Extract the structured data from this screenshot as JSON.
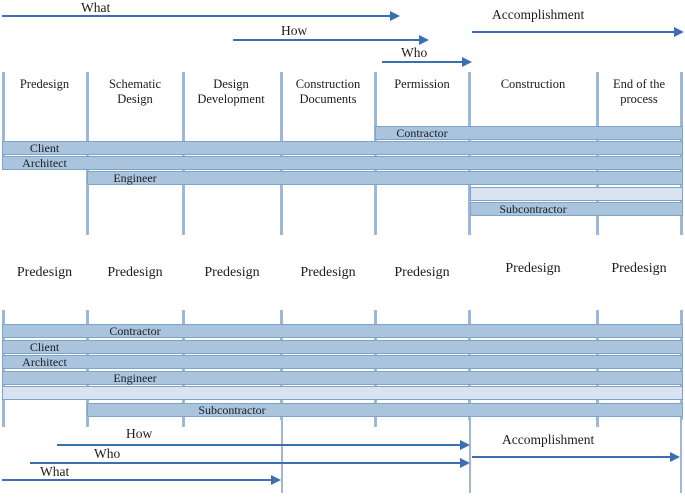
{
  "colors": {
    "arrow": "#3a70b2",
    "band_fill": "#abc4de",
    "band_fill_light": "#d8e3ef",
    "band_border": "#7da4c9",
    "grid_line": "#9bb8d6",
    "text": "#1c1c1c",
    "background": "#ffffff"
  },
  "top_arrows": [
    {
      "label": "What",
      "spans_phases": "Predesign to Permission"
    },
    {
      "label": "How",
      "spans_phases": "Design Development to Permission"
    },
    {
      "label": "Who",
      "spans_phases": "Permission"
    },
    {
      "label": "Accomplishment",
      "spans_phases": "Construction to End of the process"
    }
  ],
  "table1": {
    "columns": [
      "Predesign",
      "Schematic Design",
      "Design Development",
      "Construction Documents",
      "Permission",
      "Construction",
      "End of the process"
    ],
    "rows": [
      {
        "label": "Contractor",
        "from": "Permission",
        "to": "End of the process",
        "shade": "medium"
      },
      {
        "label": "Client",
        "from": "Predesign",
        "to": "End of the process",
        "shade": "medium"
      },
      {
        "label": "Architect",
        "from": "Predesign",
        "to": "End of the process",
        "shade": "medium"
      },
      {
        "label": "Engineer",
        "from": "Schematic Design",
        "to": "End of the process",
        "shade": "medium"
      },
      {
        "label": "",
        "from": "Construction",
        "to": "End of the process",
        "shade": "light"
      },
      {
        "label": "Subcontractor",
        "from": "Construction",
        "to": "End of the process",
        "shade": "medium"
      }
    ]
  },
  "mid_labels": {
    "items": [
      "Predesign",
      "Predesign",
      "Predesign",
      "Predesign",
      "Predesign",
      "Predesign",
      "Predesign"
    ]
  },
  "table2": {
    "rows": [
      {
        "label": "Contractor",
        "from": "Predesign",
        "to": "End of the process",
        "shade": "medium"
      },
      {
        "label": "Client",
        "from": "Predesign",
        "to": "End of the process",
        "shade": "medium"
      },
      {
        "label": "Architect",
        "from": "Predesign",
        "to": "End of the process",
        "shade": "medium"
      },
      {
        "label": "Engineer",
        "from": "Predesign",
        "to": "End of the process",
        "shade": "medium"
      },
      {
        "label": "",
        "from": "Predesign",
        "to": "End of the process",
        "shade": "light"
      },
      {
        "label": "Subcontractor",
        "from": "Schematic Design",
        "to": "End of the process",
        "shade": "medium"
      }
    ]
  },
  "bottom_arrows": [
    {
      "label": "How",
      "spans_phases": "Predesign to Permission"
    },
    {
      "label": "Who",
      "spans_phases": "Predesign to Permission"
    },
    {
      "label": "What",
      "spans_phases": "Predesign to Construction Documents"
    },
    {
      "label": "Accomplishment",
      "spans_phases": "Construction to End of the process"
    }
  ]
}
